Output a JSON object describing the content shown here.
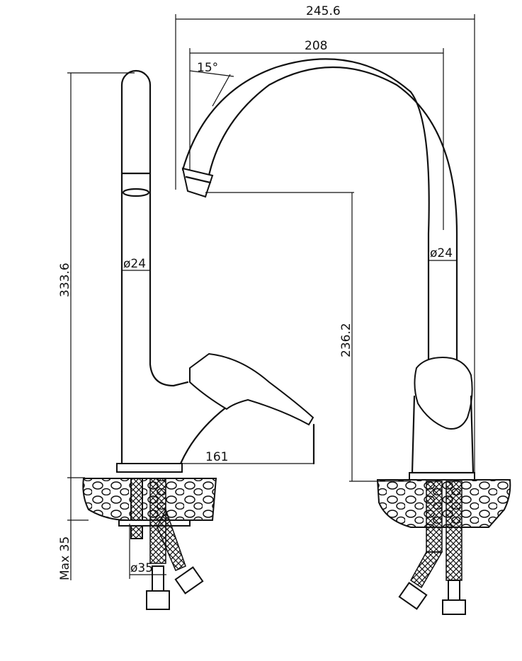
{
  "dimensions": {
    "overall_width": "245.6",
    "spout_reach": "208",
    "spout_angle": "15°",
    "overall_height": "333.6",
    "tube_diameter_left": "ø24",
    "tube_diameter_right": "ø24",
    "spout_height": "236.2",
    "lever_reach": "161",
    "max_thickness": "Max 35",
    "hole_diameter": "ø35"
  }
}
